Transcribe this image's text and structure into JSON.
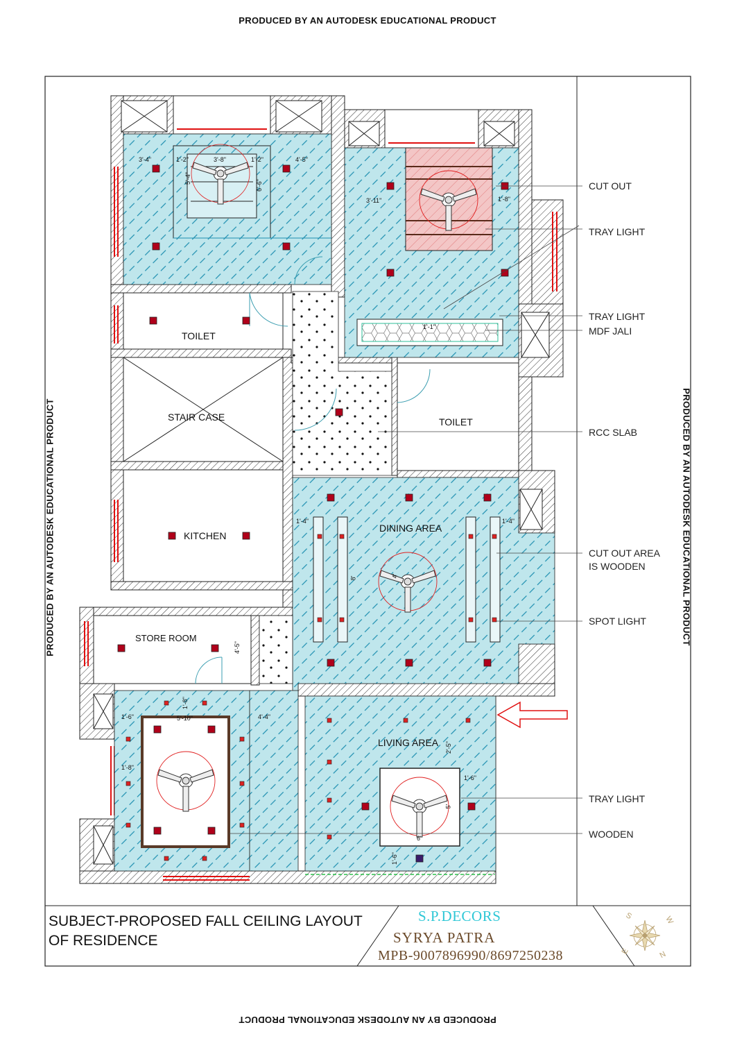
{
  "watermark": "PRODUCED BY AN AUTODESK EDUCATIONAL PRODUCT",
  "rooms": {
    "toilet_1": "TOILET",
    "staircase": "STAIR CASE",
    "kitchen": "KITCHEN",
    "store_room": "STORE ROOM",
    "toilet_2": "TOILET",
    "dining_area": "DINING AREA",
    "living_area": "LIVING AREA"
  },
  "callouts": {
    "cut_out": "CUT OUT",
    "tray_light_1": "TRAY LIGHT",
    "tray_light_2": "TRAY LIGHT",
    "mdf_jali": "MDF JALI",
    "rcc_slab": "RCC SLAB",
    "cut_out_area_line1": "CUT OUT AREA",
    "cut_out_area_line2": "IS WOODEN",
    "spot_light": "SPOT LIGHT",
    "tray_light_3": "TRAY LIGHT",
    "wooden": "WOODEN"
  },
  "dimensions": {
    "d1": "3'-4\"",
    "d2": "1'-2\"",
    "d3": "3'-8\"",
    "d4": "1'-2\"",
    "d5": "4'-5\"",
    "d6": "5'-4\"",
    "d7": "6'-6\"",
    "d8": "3'-11\"",
    "d9": "1'-8\"",
    "d10": "1'-4\"",
    "d11": "8'",
    "d12": "1'-4\"",
    "d13": "4'-5\"",
    "d14": "1'-6\"",
    "d15": "5'-10\"",
    "d16": "4'-4\"",
    "d17": "1'-8\"",
    "d18": "1'-8\"",
    "d19": "2'-5\"",
    "d20": "1'-6\"",
    "d21": "5'",
    "d22": "6'",
    "d23": "1'-6\"",
    "d24": "1'-1\"",
    "d25": "4'"
  },
  "title_block": {
    "subject_line1": "SUBJECT-PROPOSED FALL CEILING  LAYOUT",
    "subject_line2": "OF RESIDENCE",
    "firm": "S.P.DECORS",
    "designer": "SYRYA PATRA",
    "phone": "MPB-9007896990/8697250238",
    "compass_letters": [
      "S",
      "W",
      "N",
      "E"
    ]
  },
  "colors": {
    "hatch_fill": "#bfe6ec",
    "hatch_line": "#1e8fb0",
    "spot_light": "#b0001a",
    "cut_out_fill": "#f3c6c6",
    "wall_outline": "#222222",
    "window_red": "#e01010",
    "callout_line": "#444444"
  }
}
